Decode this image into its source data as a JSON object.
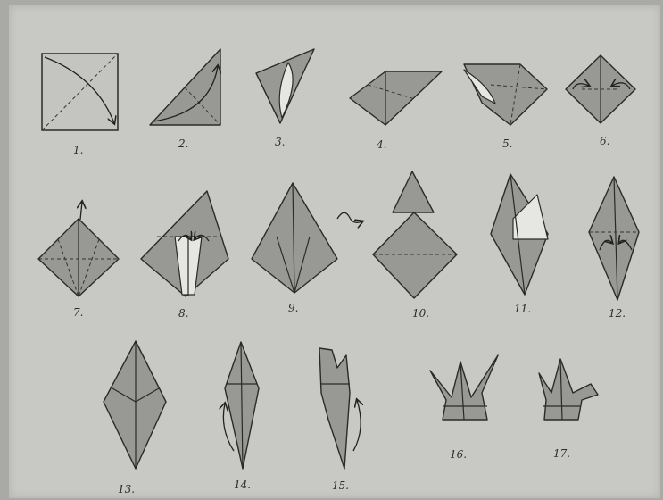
{
  "steps": [
    {
      "label": "1."
    },
    {
      "label": "2."
    },
    {
      "label": "3."
    },
    {
      "label": "4."
    },
    {
      "label": "5."
    },
    {
      "label": "6."
    },
    {
      "label": "7."
    },
    {
      "label": "8."
    },
    {
      "label": "9."
    },
    {
      "label": "10."
    },
    {
      "label": "11."
    },
    {
      "label": "12."
    },
    {
      "label": "13."
    },
    {
      "label": "14."
    },
    {
      "label": "15."
    },
    {
      "label": "16."
    },
    {
      "label": "17."
    }
  ]
}
